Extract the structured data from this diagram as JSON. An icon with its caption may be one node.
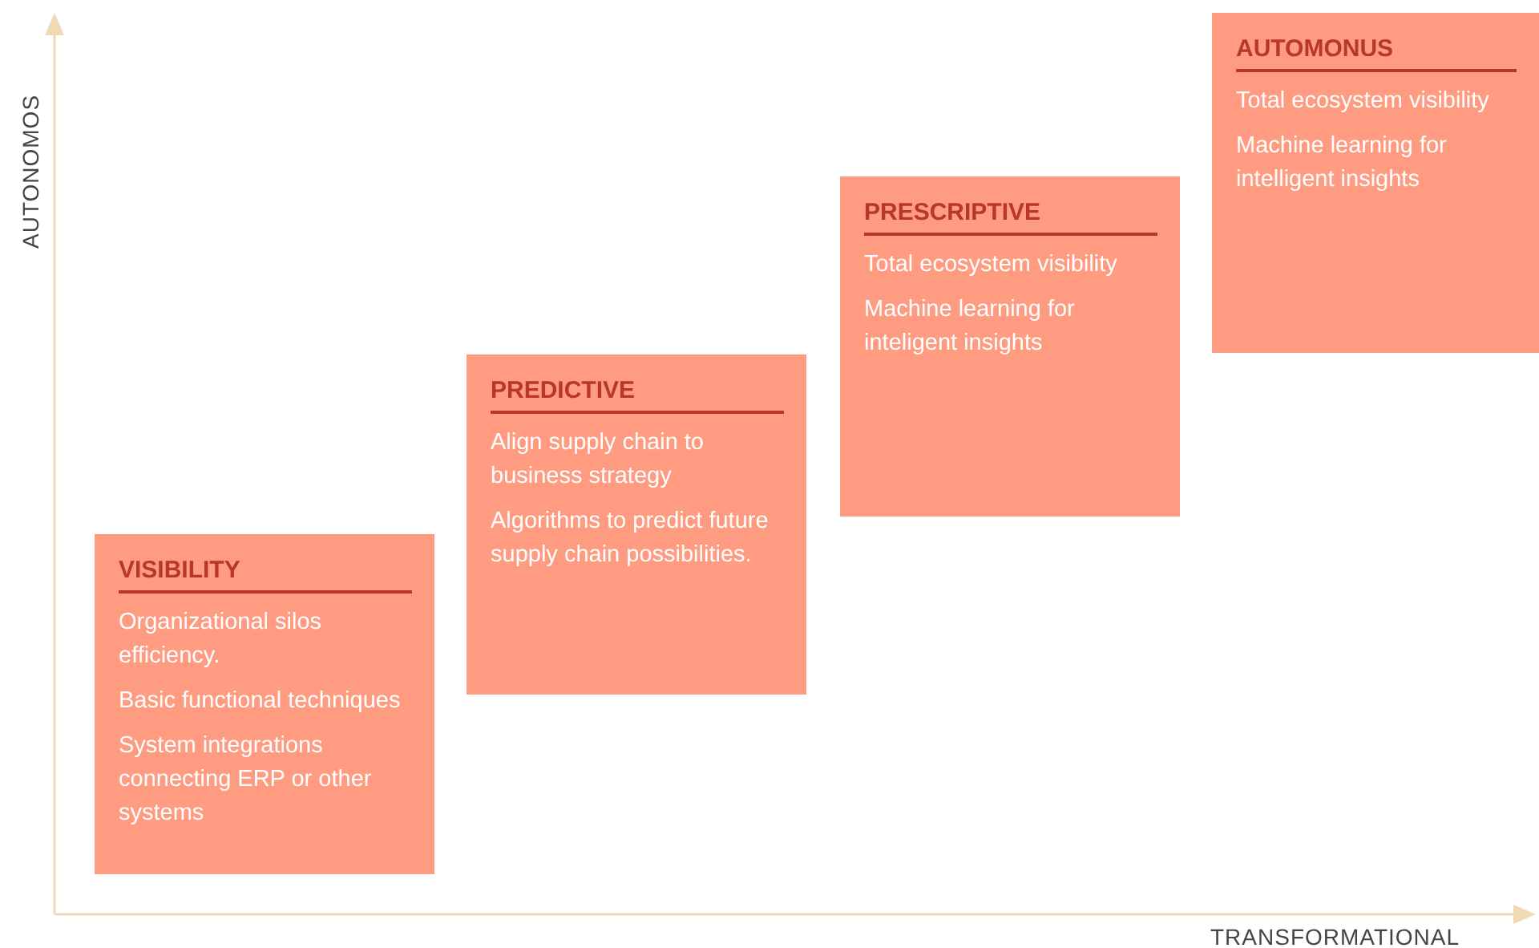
{
  "diagram": {
    "nodes": [
      {
        "text": [
          "VISIBILITY",
          "Organizational silos efficiency.",
          "Basic functional techniques",
          "System integrations connecting ERP or other systems"
        ]
      },
      {
        "text": [
          "PREDICTIVE",
          "Align supply chain to business strategy",
          "Algorithms to predict future supply chain possibilities."
        ]
      },
      {
        "text": [
          "PRESCRIPTIVE",
          "Total ecosystem visibility",
          "Machine learning for inteligent insights"
        ]
      },
      {
        "text": [
          "AUTOMONUS",
          "Total ecosystem visibility",
          "Machine learning for intelligent insights"
        ]
      }
    ],
    "labels": [
      "AUTONOMOS",
      "TRANSFORMATIONAL"
    ]
  }
}
